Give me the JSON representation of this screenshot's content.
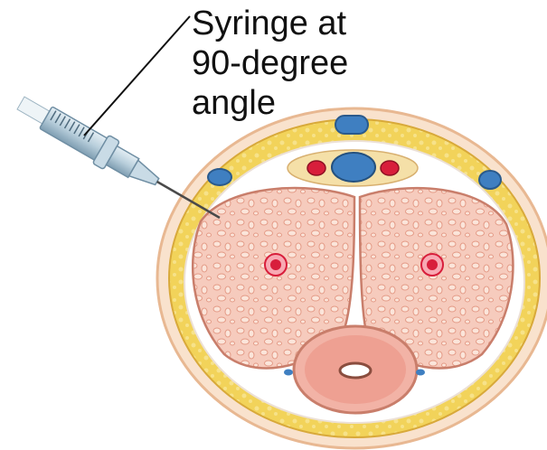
{
  "caption": {
    "line1": "Syringe at",
    "line2": "90-degree",
    "line3": "angle"
  },
  "colors": {
    "fat": "#f2d35a",
    "fat_edge": "#d8a93a",
    "skin": "#f9e2cd",
    "skin_edge": "#e8b892",
    "corpus": "#f6cbbd",
    "corpus_edge": "#c97e6b",
    "tunica": "#ffffff",
    "artery": "#d81e3b",
    "vein": "#3f7fc1",
    "urethra_tissue": "#e88e84",
    "syringe": "#b9cfdc",
    "text": "#111111"
  },
  "icons": {
    "syringe": "syringe-icon",
    "cross_section": "penile-cross-section"
  }
}
